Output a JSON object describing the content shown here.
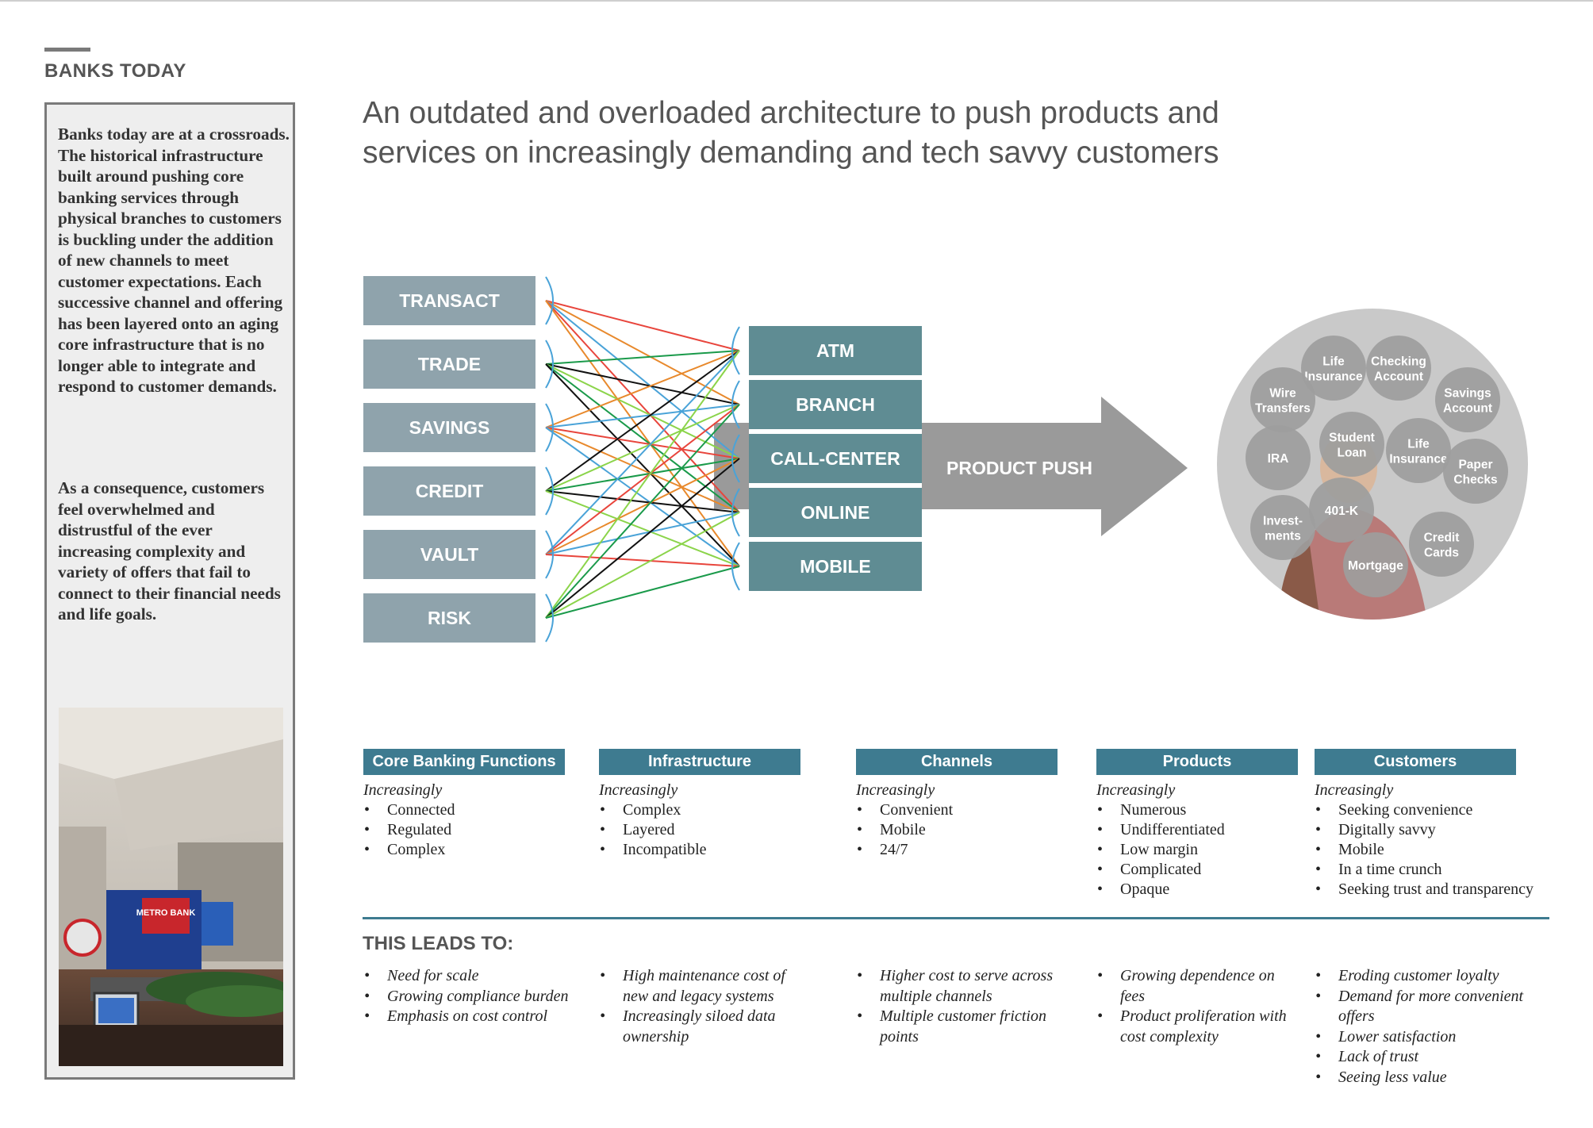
{
  "section": {
    "title": "BANKS TODAY"
  },
  "sidebar": {
    "paragraph1": "Banks today are at a crossroads. The historical infrastructure built around pushing core banking services through physical branches to customers is buckling under the addition of new channels to meet customer expectations. Each successive channel and offering has been layered onto an aging core infrastructure that is no longer able to integrate and respond to customer demands.",
    "paragraph2": "As a consequence, customers feel overwhelmed and distrustful of the ever increasing complexity and variety of offers that fail to connect to their financial needs and life goals.",
    "photo_sign": "METRO BANK"
  },
  "headline": {
    "line1": "An outdated and overloaded architecture to push products and",
    "line2": "services on increasingly demanding and tech savvy customers"
  },
  "functions": [
    "TRANSACT",
    "TRADE",
    "SAVINGS",
    "CREDIT",
    "VAULT",
    "RISK"
  ],
  "channels": [
    "ATM",
    "BRANCH",
    "CALL-CENTER",
    "ONLINE",
    "MOBILE"
  ],
  "arrow_label": "PRODUCT PUSH",
  "products": [
    [
      "Life",
      "Insurance"
    ],
    [
      "Checking",
      "Account"
    ],
    [
      "Wire",
      "Transfers"
    ],
    [
      "Savings",
      "Account"
    ],
    [
      "Student",
      "Loan"
    ],
    [
      "Life",
      "Insurance"
    ],
    [
      "IRA"
    ],
    [
      "Paper",
      "Checks"
    ],
    [
      "401-K"
    ],
    [
      "Invest-",
      "ments"
    ],
    [
      "Credit",
      "Cards"
    ],
    [
      "Mortgage"
    ]
  ],
  "line_colors": [
    "#e8453c",
    "#1a9a4a",
    "#e8892c",
    "#111111",
    "#4aa3d8",
    "#8bd44a"
  ],
  "columns": [
    {
      "title": "Core Banking Functions",
      "lead": "Increasingly",
      "items": [
        "Connected",
        "Regulated",
        "Complex"
      ]
    },
    {
      "title": "Infrastructure",
      "lead": "Increasingly",
      "items": [
        "Complex",
        "Layered",
        "Incompatible"
      ]
    },
    {
      "title": "Channels",
      "lead": "Increasingly",
      "items": [
        "Convenient",
        "Mobile",
        "24/7"
      ]
    },
    {
      "title": "Products",
      "lead": "Increasingly",
      "items": [
        "Numerous",
        "Undifferentiated",
        "Low margin",
        "Complicated",
        "Opaque"
      ]
    },
    {
      "title": "Customers",
      "lead": "Increasingly",
      "items": [
        "Seeking convenience",
        "Digitally savvy",
        "Mobile",
        "In a time crunch",
        "Seeking trust and transparency"
      ]
    }
  ],
  "leads_to": {
    "title": "THIS LEADS TO:",
    "columns": [
      [
        "Need for scale",
        "Growing compliance burden",
        "Emphasis on cost control"
      ],
      [
        "High maintenance cost of new and legacy systems",
        "Increasingly siloed data ownership"
      ],
      [
        "Higher cost to serve across multiple channels",
        "Multiple customer friction points"
      ],
      [
        "Growing dependence on fees",
        "Product proliferation with cost complexity"
      ],
      [
        "Eroding customer loyalty",
        "Demand for more convenient offers",
        "Lower satisfaction",
        "Lack of trust",
        "Seeing less value"
      ]
    ]
  }
}
